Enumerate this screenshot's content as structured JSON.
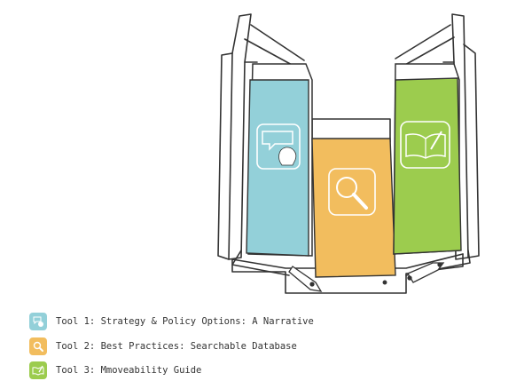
{
  "colors": {
    "tool1": "#93d0d9",
    "tool2": "#f2bd5e",
    "tool3": "#9ccc4e",
    "outline": "#333333"
  },
  "tools": [
    {
      "label": "Tool 1: Strategy & Policy Options: A Narrative",
      "icon": "speech-bubble-head-icon"
    },
    {
      "label": "Tool 2: Best Practices: Searchable Database",
      "icon": "magnifier-icon"
    },
    {
      "label": "Tool 3: Mmoveability Guide",
      "icon": "book-pencil-icon"
    }
  ]
}
